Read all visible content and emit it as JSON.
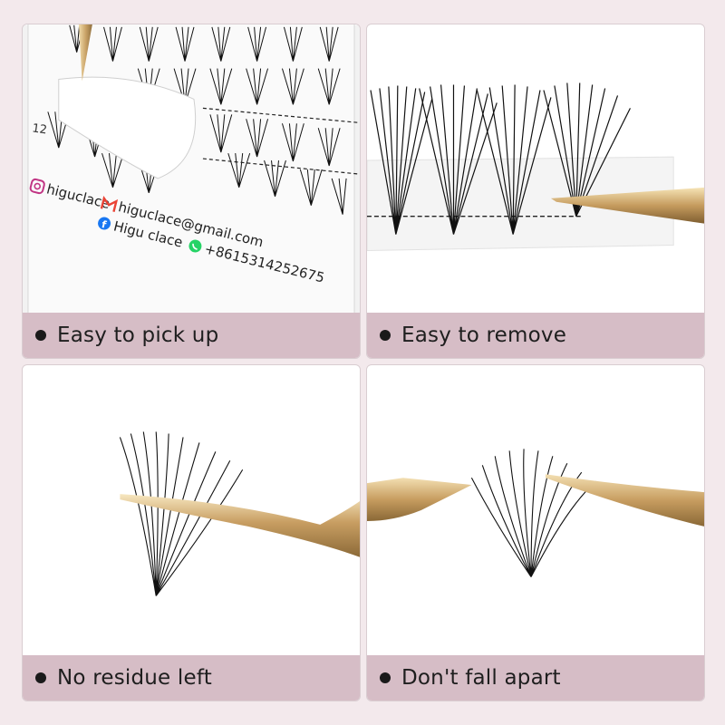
{
  "panels": [
    {
      "caption": "Easy to pick up",
      "box": {
        "number": "12",
        "instagram": "higuclace",
        "email": "higuclace@gmail.com",
        "facebook": "Higu clace",
        "whatsapp": "+8615314252675"
      }
    },
    {
      "caption": "Easy to remove"
    },
    {
      "caption": "No residue left"
    },
    {
      "caption": "Don't fall apart"
    }
  ],
  "icons": {
    "bullet": "bullet-dot-icon",
    "instagram": "instagram-icon",
    "gmail": "gmail-icon",
    "facebook": "facebook-icon",
    "whatsapp": "whatsapp-icon"
  },
  "colors": {
    "page_background": "#f3e9ec",
    "caption_band": "#d6bdc6",
    "lash": "#111111",
    "tweezer_gold": "#c9a267"
  }
}
